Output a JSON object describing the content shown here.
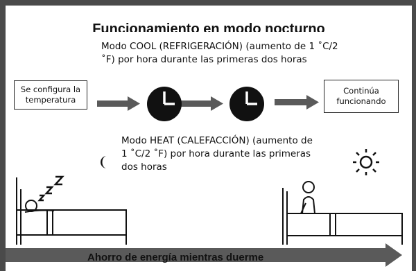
{
  "title": "Funcionamiento en modo nocturno",
  "cool_mode": {
    "line1": "Modo COOL (REFRIGERACIÓN) (aumento de 1 ˚C/2",
    "line2": "˚F) por hora durante las primeras dos horas"
  },
  "flow": {
    "start_box": {
      "line1": "Se configura la",
      "line2": "temperatura"
    },
    "end_box": {
      "line1": "Continúa",
      "line2": "funcionando"
    }
  },
  "heat_mode": {
    "line1": "Modo HEAT (CALEFACCIÓN) (aumento de",
    "line2": "1 ˚C/2 ˚F) por hora durante las primeras",
    "line3": "dos horas"
  },
  "banner": {
    "label": "Ahorro de energía mientras duerme",
    "color": "#5a5a5a"
  },
  "icons": {
    "clock": "clock-icon",
    "moon": "moon-icon",
    "sun": "sun-icon",
    "sleep": "zzz-icon"
  }
}
